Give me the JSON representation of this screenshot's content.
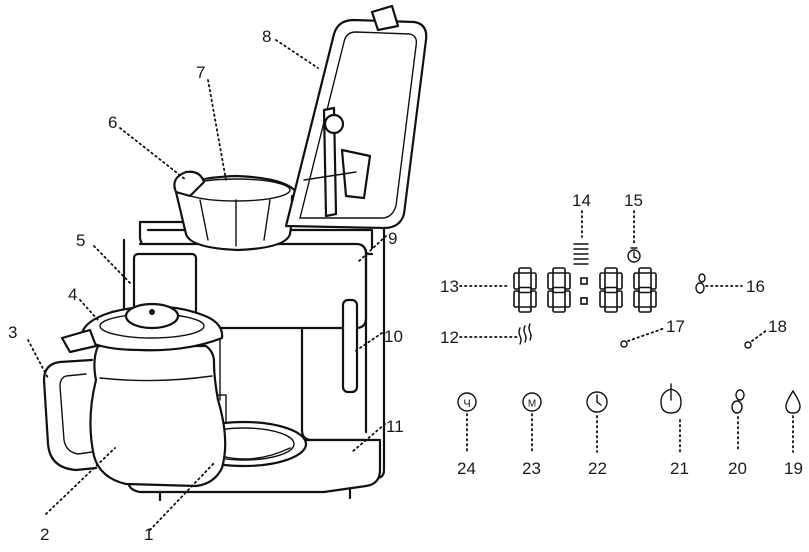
{
  "callouts": [
    {
      "id": "1",
      "label": "1"
    },
    {
      "id": "2",
      "label": "2"
    },
    {
      "id": "3",
      "label": "3"
    },
    {
      "id": "4",
      "label": "4"
    },
    {
      "id": "5",
      "label": "5"
    },
    {
      "id": "6",
      "label": "6"
    },
    {
      "id": "7",
      "label": "7"
    },
    {
      "id": "8",
      "label": "8"
    },
    {
      "id": "9",
      "label": "9"
    },
    {
      "id": "10",
      "label": "10"
    },
    {
      "id": "11",
      "label": "11"
    },
    {
      "id": "12",
      "label": "12"
    },
    {
      "id": "13",
      "label": "13"
    },
    {
      "id": "14",
      "label": "14"
    },
    {
      "id": "15",
      "label": "15"
    },
    {
      "id": "16",
      "label": "16"
    },
    {
      "id": "17",
      "label": "17"
    },
    {
      "id": "18",
      "label": "18"
    },
    {
      "id": "19",
      "label": "19"
    },
    {
      "id": "20",
      "label": "20"
    },
    {
      "id": "21",
      "label": "21"
    },
    {
      "id": "22",
      "label": "22"
    },
    {
      "id": "23",
      "label": "23"
    },
    {
      "id": "24",
      "label": "24"
    }
  ],
  "icons": {
    "keep_warm_button": "Ч",
    "menu_button": "M"
  }
}
